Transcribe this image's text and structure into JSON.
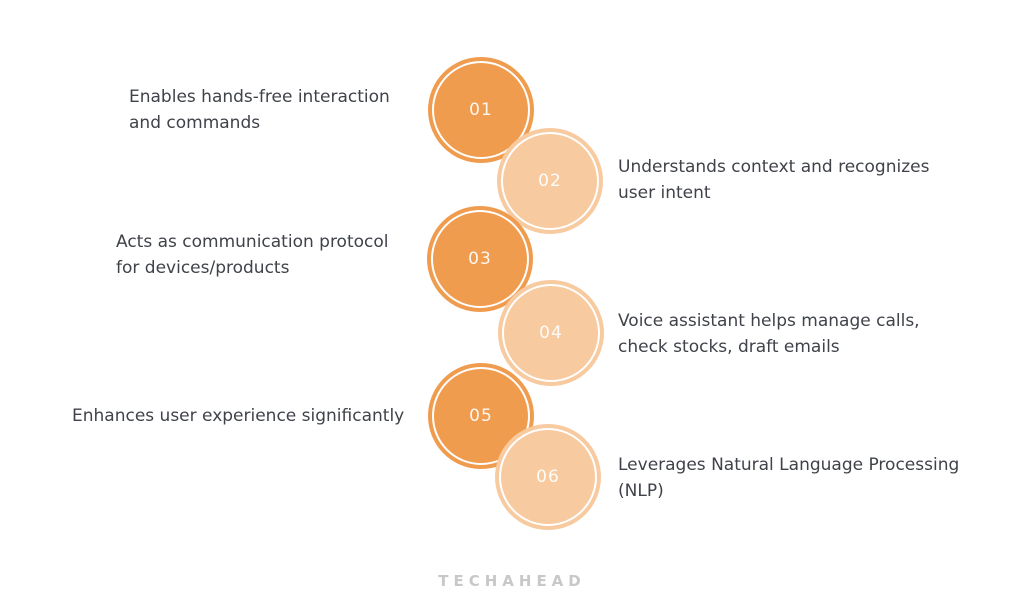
{
  "colors": {
    "step_dark": "#F09C4F",
    "step_light": "#F8CA9F",
    "text": "#3F4349",
    "number": "rgba(255,255,255,0.92)",
    "logo": "#C8C8C8"
  },
  "steps": [
    {
      "number": "01",
      "tone": "dark",
      "side": "left",
      "lines": [
        "Enables hands-free interaction",
        "and commands"
      ]
    },
    {
      "number": "02",
      "tone": "light",
      "side": "right",
      "lines": [
        "Understands context and recognizes",
        "user intent"
      ]
    },
    {
      "number": "03",
      "tone": "dark",
      "side": "left",
      "lines": [
        "Acts as communication protocol",
        "for devices/products"
      ]
    },
    {
      "number": "04",
      "tone": "light",
      "side": "right",
      "lines": [
        "Voice assistant helps manage calls,",
        "check stocks, draft emails"
      ]
    },
    {
      "number": "05",
      "tone": "dark",
      "side": "left",
      "lines": [
        "Enhances user experience significantly"
      ]
    },
    {
      "number": "06",
      "tone": "light",
      "side": "right",
      "lines": [
        "Leverages Natural Language Processing",
        "(NLP)"
      ]
    }
  ],
  "brand": {
    "logo_text": "TECHAHEAD"
  }
}
